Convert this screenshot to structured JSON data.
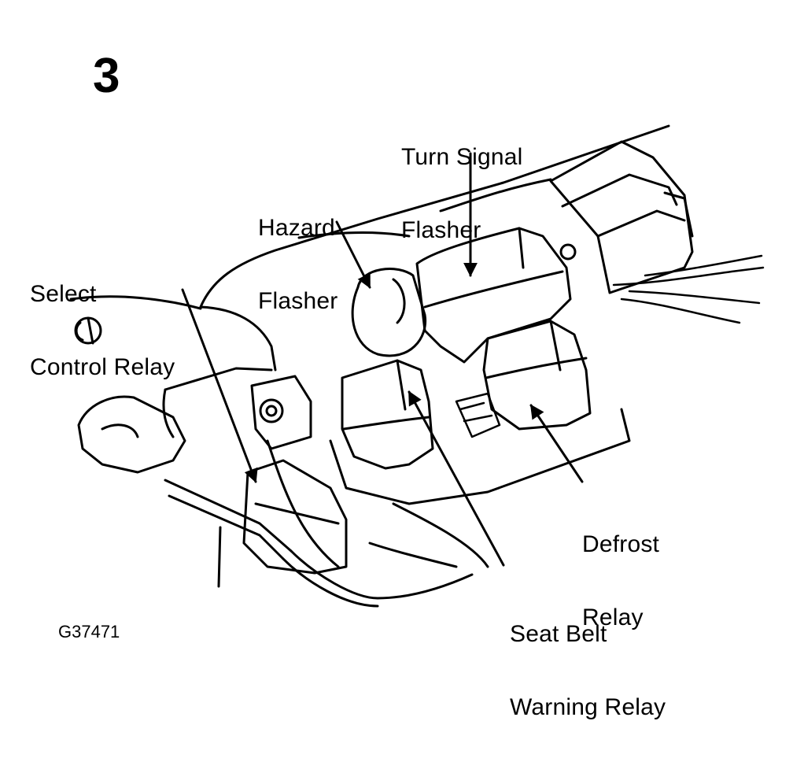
{
  "figure_number": "3",
  "figure_code": "G37471",
  "labels": {
    "turn_signal_flasher": [
      "Turn Signal",
      "Flasher"
    ],
    "hazard_flasher": [
      "Hazard",
      "Flasher"
    ],
    "select_control_relay": [
      "Select",
      "Control Relay"
    ],
    "defrost_relay": [
      "Defrost",
      "Relay"
    ],
    "seat_belt_warning_relay": [
      "Seat Belt",
      "Warning Relay"
    ]
  },
  "colors": {
    "ink": "#000000",
    "paper": "#ffffff"
  }
}
